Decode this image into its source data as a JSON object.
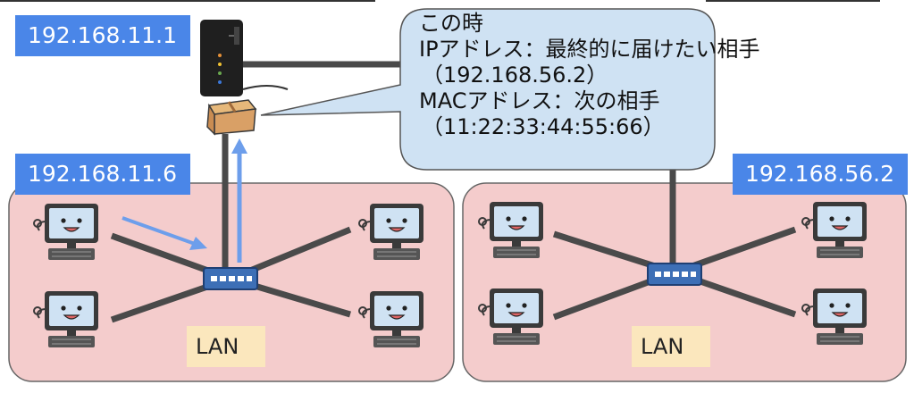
{
  "labels": {
    "router_ip": "192.168.11.1",
    "sender_ip": "192.168.11.6",
    "dest_ip": "192.168.56.2",
    "lan_left": "LAN",
    "lan_right": "LAN"
  },
  "callout": {
    "line1": "この時",
    "line2": "IPアドレス：最終的に届けたい相手",
    "line3": "（192.168.56.2）",
    "line4": "MACアドレス：次の相手",
    "line5": "（11:22:33:44:55:66）"
  },
  "colors": {
    "label_blue": "#4a86e8",
    "lan_fill": "#f4cccc",
    "callout_fill": "#cfe2f3",
    "arrow_blue": "#6d9eeb",
    "lan_label_fill": "#fbe7bd"
  },
  "icons": [
    "router-icon",
    "package-icon",
    "switch-icon",
    "computer-icon"
  ]
}
